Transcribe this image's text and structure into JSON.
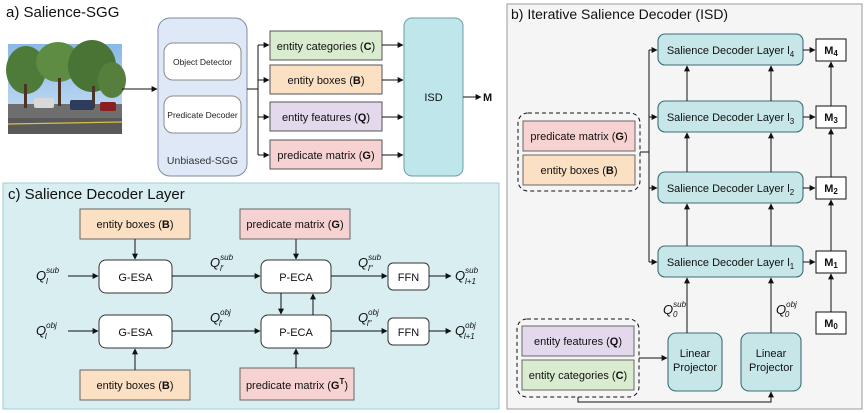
{
  "colors": {
    "teal": "#c6e6e8",
    "teal_stroke": "#3a6f77",
    "green": "#d9ecd0",
    "orange": "#fbe0c4",
    "purple": "#e3d8ec",
    "red": "#f7d2d2",
    "panel_c_bg": "#d8eef0",
    "panel_b_bg": "#f5f5f5",
    "unbiased_bg": "#dfe8f6"
  },
  "panel_a": {
    "title": "a) Salience-SGG",
    "object_detector": "Object Detector",
    "predicate_decoder": "Predicate Decoder",
    "unbiased_label": "Unbiased-SGG",
    "outputs": [
      {
        "prefix": "entity categories (",
        "symbol": "C",
        "suffix": ")"
      },
      {
        "prefix": "entity boxes (",
        "symbol": "B",
        "suffix": ")"
      },
      {
        "prefix": "entity features (",
        "symbol": "Q",
        "suffix": ")"
      },
      {
        "prefix": "predicate matrix (",
        "symbol": "G",
        "suffix": ")"
      }
    ],
    "isd": "ISD",
    "m_out": "M"
  },
  "panel_b": {
    "title": "b) Iterative Salience Decoder (ISD)",
    "layers": [
      {
        "name": "Salience Decoder Layer l",
        "sub": "4"
      },
      {
        "name": "Salience Decoder Layer l",
        "sub": "3"
      },
      {
        "name": "Salience Decoder Layer l",
        "sub": "2"
      },
      {
        "name": "Salience Decoder Layer l",
        "sub": "1"
      }
    ],
    "m_outputs": [
      {
        "base": "M",
        "sub": "4"
      },
      {
        "base": "M",
        "sub": "3"
      },
      {
        "base": "M",
        "sub": "2"
      },
      {
        "base": "M",
        "sub": "1"
      },
      {
        "base": "M",
        "sub": "0"
      }
    ],
    "pred_matrix": {
      "prefix": "predicate matrix (",
      "symbol": "G",
      "suffix": ")"
    },
    "entity_boxes": {
      "prefix": "entity boxes (",
      "symbol": "B",
      "suffix": ")"
    },
    "entity_features": {
      "prefix": "entity features (",
      "symbol": "Q",
      "suffix": ")"
    },
    "entity_categories": {
      "prefix": "entity categories (",
      "symbol": "C",
      "suffix": ")"
    },
    "linear_projector": [
      "Linear",
      "Projector"
    ],
    "q_sub_label": {
      "base": "Q",
      "sub": "0",
      "sup": "sub"
    },
    "q_obj_label": {
      "base": "Q",
      "sub": "0",
      "sup": "obj"
    }
  },
  "panel_c": {
    "title": "c) Salience Decoder Layer",
    "entity_boxes_top": {
      "prefix": "entity boxes (",
      "symbol": "B",
      "suffix": ")"
    },
    "predicate_matrix_top": {
      "prefix": "predicate matrix (",
      "symbol": "G",
      "suffix": ")"
    },
    "entity_boxes_bottom": {
      "prefix": "entity boxes (",
      "symbol": "B",
      "suffix": ")"
    },
    "predicate_matrix_bottom": {
      "prefix": "predicate matrix (",
      "symbol": "G",
      "sup": "T",
      "suffix": ")"
    },
    "gesa": "G-ESA",
    "peca": "P-ECA",
    "ffn": "FFN",
    "math": {
      "q_l_sub": {
        "base": "Q",
        "sub": "l",
        "sup": "sub"
      },
      "q_lp_sub": {
        "base": "Q",
        "sub": "l′",
        "sup": "sub"
      },
      "q_lpp_sub": {
        "base": "Q",
        "sub": "l″",
        "sup": "sub"
      },
      "q_lnext_sub": {
        "base": "Q",
        "sub": "l+1",
        "sup": "sub"
      },
      "q_l_obj": {
        "base": "Q",
        "sub": "l",
        "sup": "obj"
      },
      "q_lp_obj": {
        "base": "Q",
        "sub": "l′",
        "sup": "obj"
      },
      "q_lpp_obj": {
        "base": "Q",
        "sub": "l″",
        "sup": "obj"
      },
      "q_lnext_obj": {
        "base": "Q",
        "sub": "l+1",
        "sup": "obj"
      }
    }
  }
}
